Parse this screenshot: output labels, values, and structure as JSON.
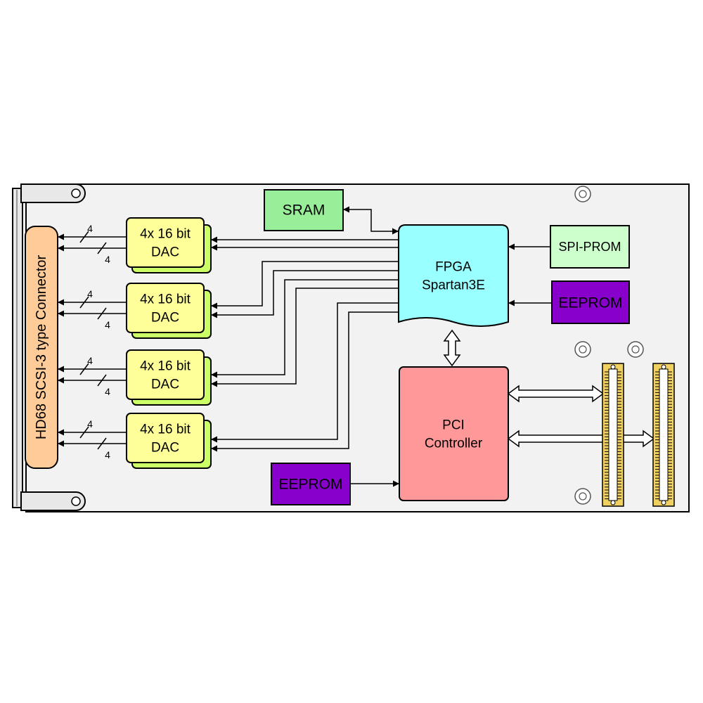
{
  "blocks": {
    "connector": "HD68 SCSI-3 type Connector",
    "dac_line1": "4x 16 bit",
    "dac_line2": "DAC",
    "sram": "SRAM",
    "fpga_line1": "FPGA",
    "fpga_line2": "Spartan3E",
    "spi_prom": "SPI-PROM",
    "eeprom_fpga": "EEPROM",
    "pci_line1": "PCI",
    "pci_line2": "Controller",
    "eeprom_pci": "EEPROM"
  },
  "bus_width_label": "4",
  "colors": {
    "board": "#f2f2f2",
    "connector": "#ffcc99",
    "dac_front": "#ffff99",
    "dac_back": "#ccff66",
    "sram": "#99ee99",
    "fpga": "#99ffff",
    "spi_prom": "#ccffcc",
    "eeprom": "#8800cc",
    "pci": "#ff9999",
    "pci_connector": "#f0d060"
  }
}
